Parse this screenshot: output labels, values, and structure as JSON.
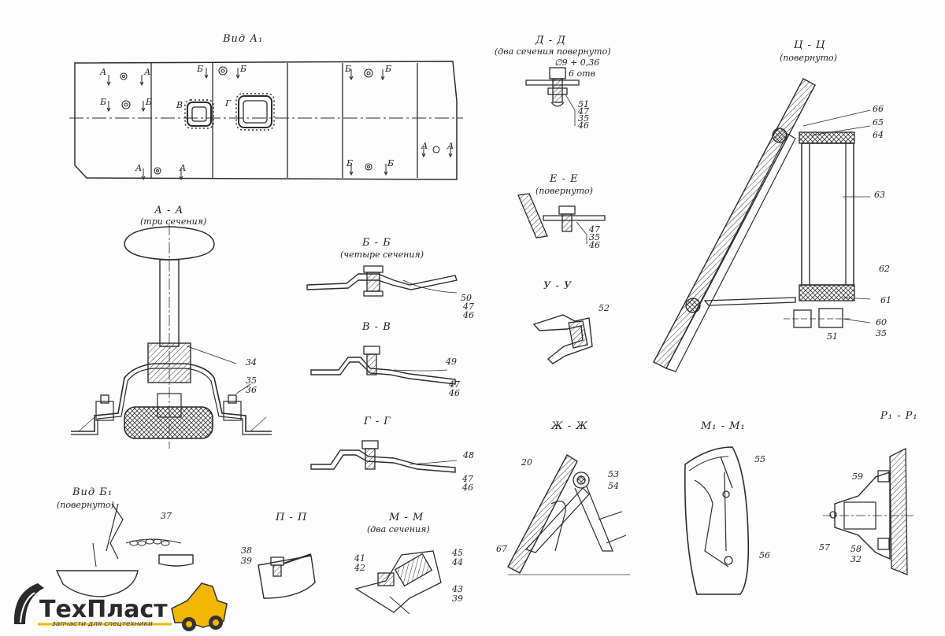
{
  "views": {
    "vid_a1": "Вид А₁",
    "a_a": {
      "title": "А - А",
      "note": "(три сечения)"
    },
    "b_b": {
      "title": "Б - Б",
      "note": "(четыре сечения)"
    },
    "v_v": {
      "title": "В - В"
    },
    "g_g": {
      "title": "Г - Г"
    },
    "d_d": {
      "title": "Д - Д",
      "note": "(два сечения повернуто)",
      "dim": "∅9 + 0,36",
      "holes": "6 отв"
    },
    "e_e": {
      "title": "Е - Е",
      "note": "(повернуто)"
    },
    "u_u": {
      "title": "У - У"
    },
    "ts_ts": {
      "title": "Ц - Ц",
      "note": "(повернуто)"
    },
    "zh_zh": {
      "title": "Ж - Ж"
    },
    "m1_m1": {
      "title": "М₁ - М₁"
    },
    "r1_r1": {
      "title": "Р₁ - Р₁"
    },
    "p_p": {
      "title": "П - П"
    },
    "m_m": {
      "title": "М - М",
      "note": "(два сечения)"
    },
    "vid_b1": {
      "title": "Вид Б₁",
      "note": "(повернуто)"
    }
  },
  "plan_marks": [
    "А",
    "А",
    "Б",
    "Б",
    "Б",
    "Б",
    "В",
    "Г",
    "Б",
    "Б",
    "А",
    "А",
    "Б",
    "Б",
    "А",
    "А"
  ],
  "callouts": {
    "d_d": [
      "51",
      "47",
      "35",
      "46"
    ],
    "e_e": [
      "47",
      "35",
      "46"
    ],
    "b_b": [
      "50",
      "47",
      "46"
    ],
    "v_v": [
      "49",
      "47",
      "46"
    ],
    "g_g": [
      "48",
      "47",
      "46"
    ],
    "u_u": [
      "52"
    ],
    "a_a": [
      "34",
      "35",
      "36"
    ],
    "ts_ts": [
      "66",
      "65",
      "64",
      "63",
      "62",
      "61",
      "60",
      "35",
      "51"
    ],
    "zh_zh": [
      "20",
      "53",
      "54",
      "67"
    ],
    "m1_m1": [
      "55",
      "56"
    ],
    "r1_r1": [
      "59",
      "57",
      "58",
      "32"
    ],
    "vid_b1": [
      "37"
    ],
    "p_p": [
      "38",
      "39"
    ],
    "m_m": [
      "41",
      "42",
      "45",
      "44",
      "43",
      "39"
    ]
  },
  "brand": {
    "name_a": "Тех",
    "name_b": "Пласт",
    "tagline": "запчасти для спецтехники"
  }
}
